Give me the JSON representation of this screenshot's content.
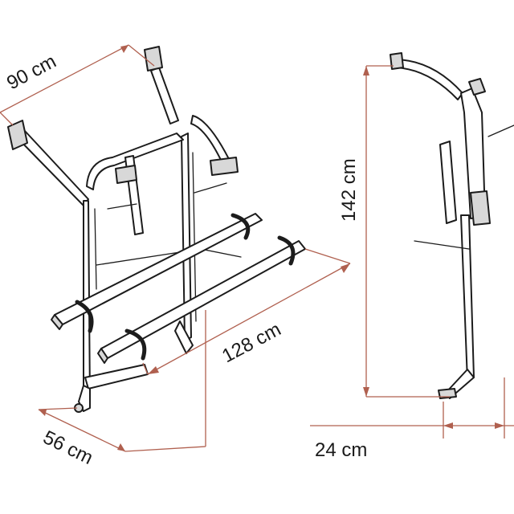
{
  "dimensions": {
    "width_top": "90 cm",
    "length": "128 cm",
    "depth": "56 cm",
    "height": "142 cm",
    "side_depth": "24 cm"
  },
  "colors": {
    "dimension_line": "#b0604f",
    "outline": "#1c1c1c"
  }
}
